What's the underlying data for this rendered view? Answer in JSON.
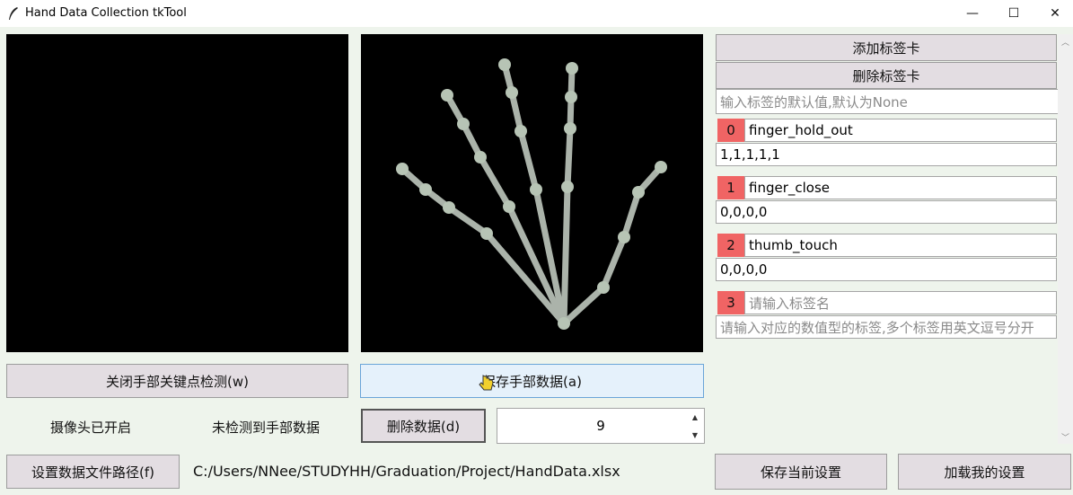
{
  "window": {
    "title": "Hand Data Collection tkTool",
    "controls": {
      "minimize": "—",
      "maximize": "☐",
      "close": "✕"
    }
  },
  "left": {
    "toggle_detection": "关闭手部关键点检测(w)",
    "camera_status": "摄像头已开启",
    "set_path_button": "设置数据文件路径(f)",
    "file_path": "C:/Users/NNee/STUDYHH/Graduation/Project/HandData.xlsx"
  },
  "middle": {
    "save_hand_button": "保存手部数据(a)",
    "hand_status": "未检测到手部数据",
    "delete_button": "删除数据(d)",
    "spinbox_value": "9"
  },
  "right": {
    "add_tab": "添加标签卡",
    "delete_tab": "删除标签卡",
    "default_placeholder": "输入标签的默认值,默认为None",
    "labels": [
      {
        "index": "0",
        "name": "finger_hold_out",
        "value": "1,1,1,1,1"
      },
      {
        "index": "1",
        "name": "finger_close",
        "value": "0,0,0,0"
      },
      {
        "index": "2",
        "name": "thumb_touch",
        "value": "0,0,0,0"
      }
    ],
    "new_label": {
      "index": "3",
      "name_placeholder": "请输入标签名",
      "value_placeholder": "请输入对应的数值型的标签,多个标签用英文逗号分开"
    },
    "save_settings": "保存当前设置",
    "load_settings": "加载我的设置"
  },
  "colors": {
    "index_badge": "#f06464",
    "button_bg": "#e3dde2",
    "client_bg": "#eef4ec",
    "active_border": "#6aa5d8"
  },
  "icons": [
    "feather-icon",
    "pointer-cursor-icon",
    "spin-up-icon",
    "spin-down-icon"
  ]
}
